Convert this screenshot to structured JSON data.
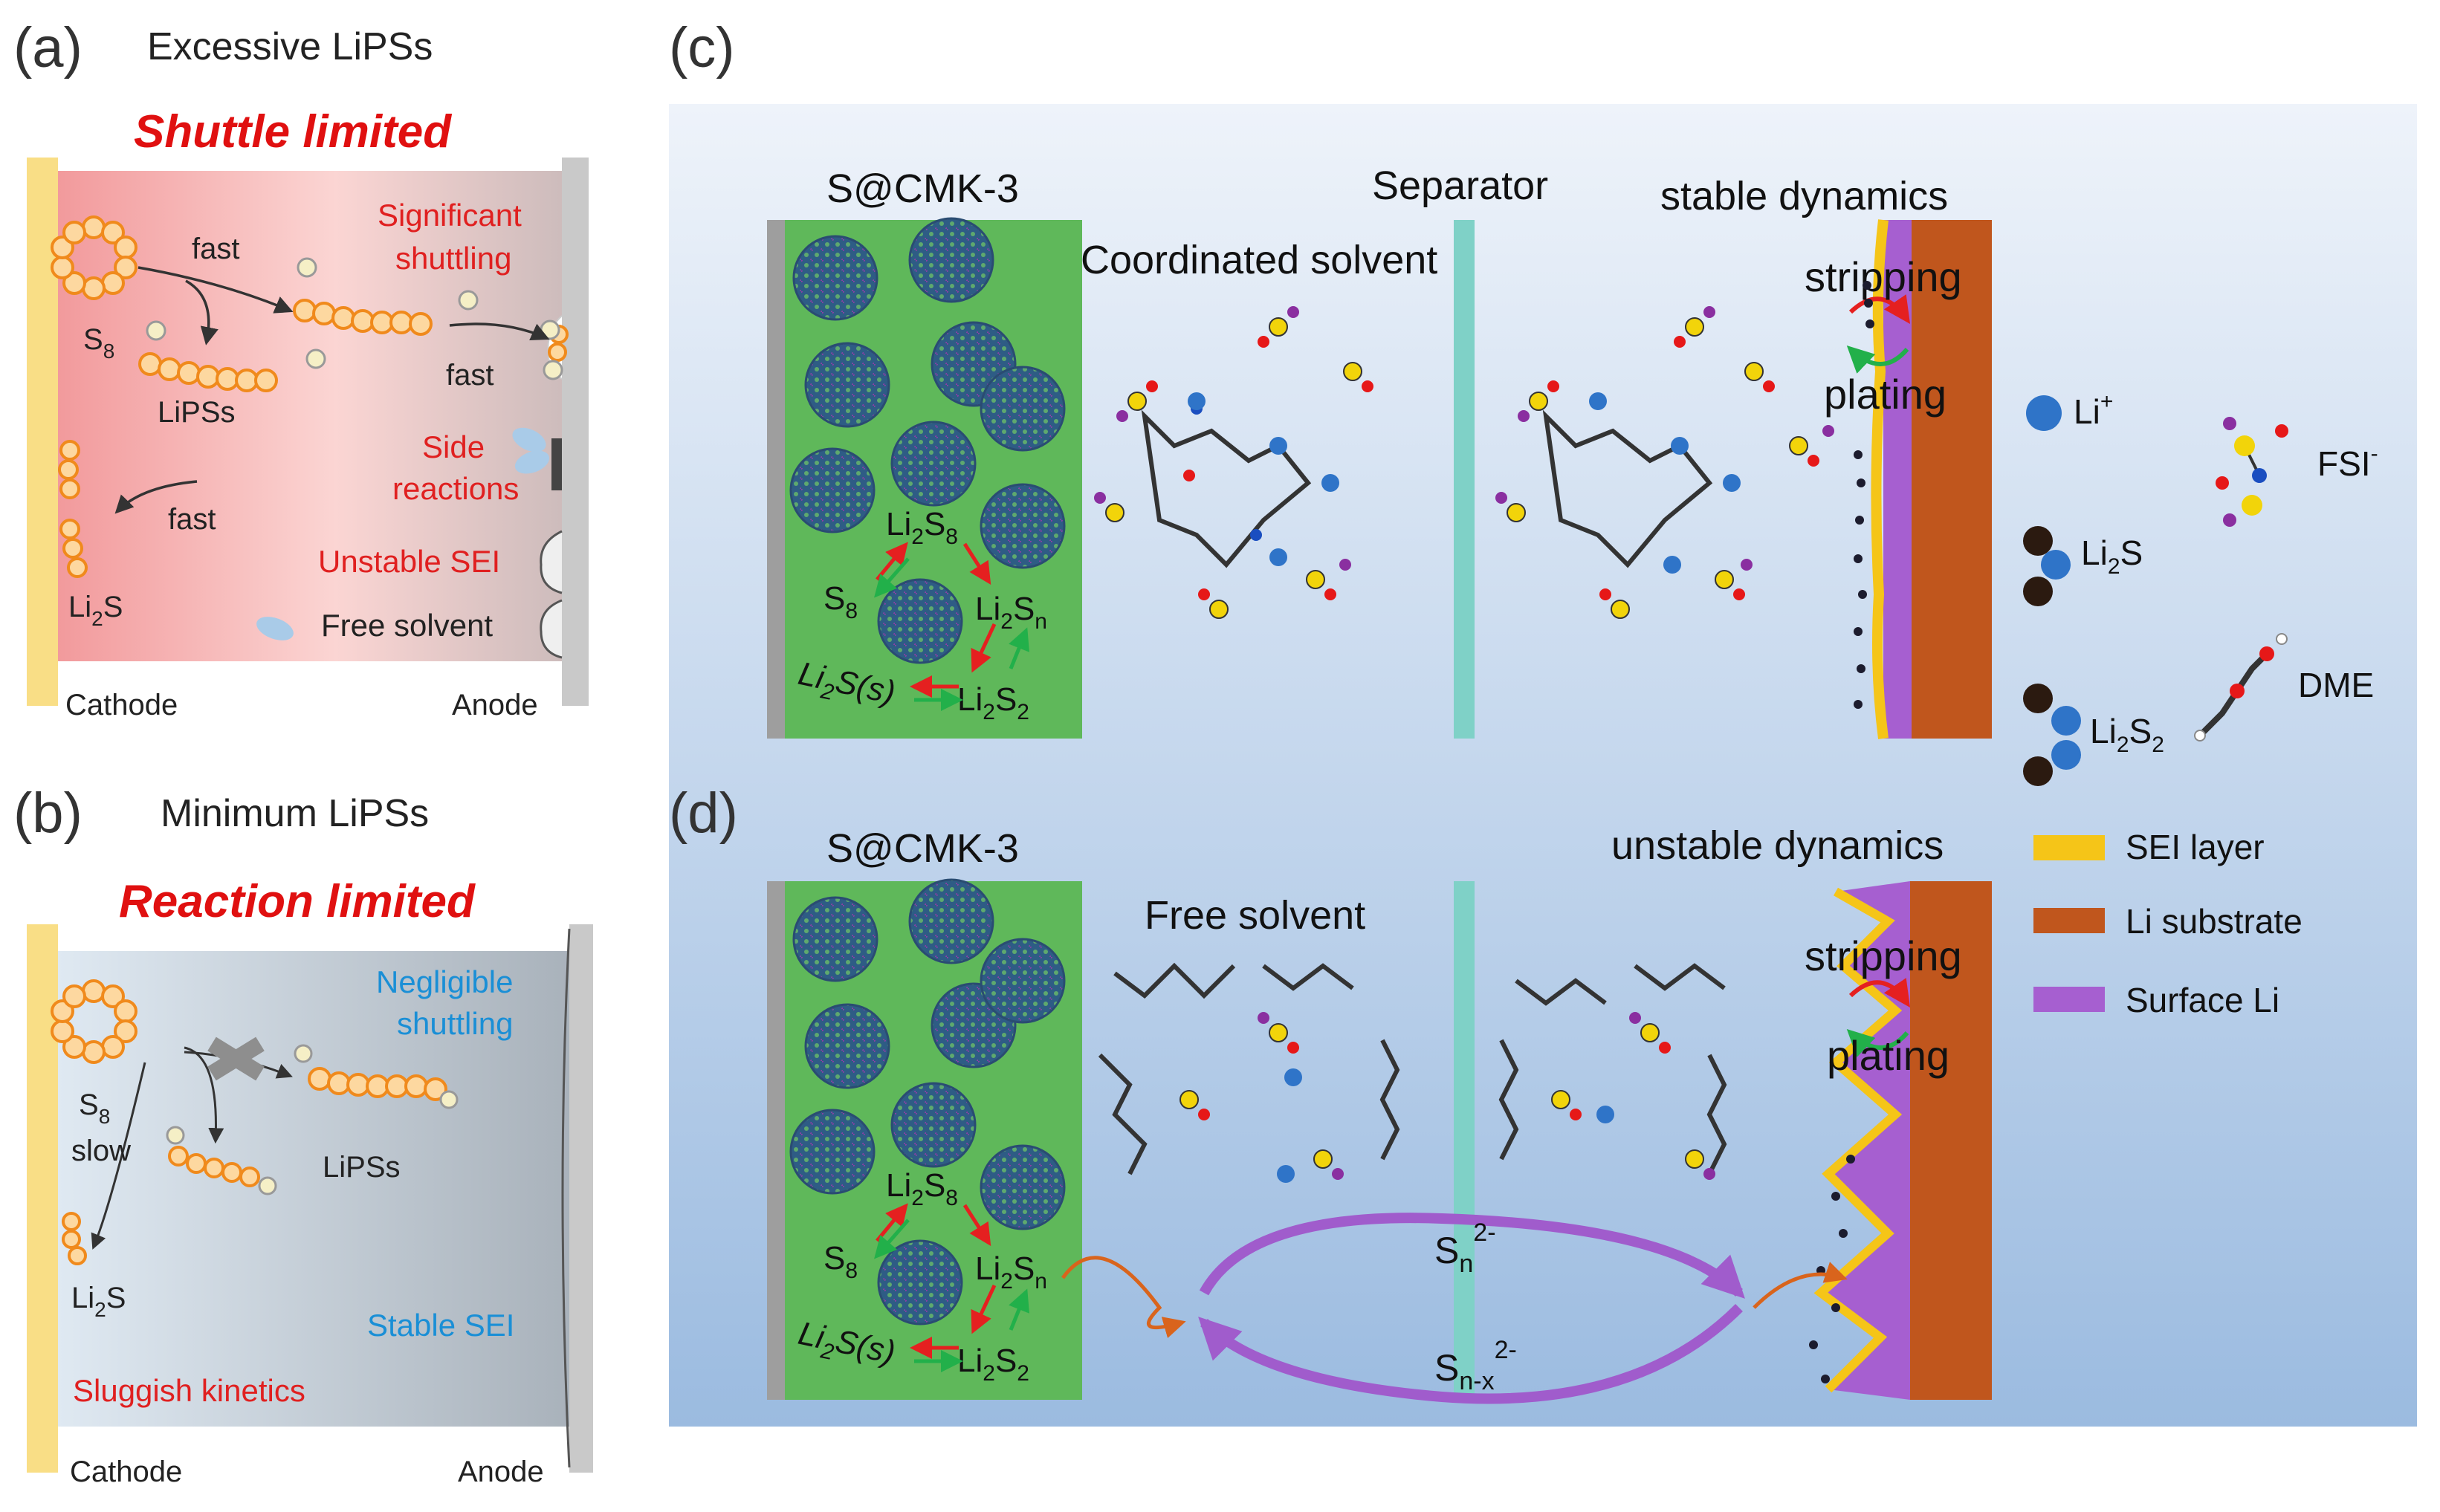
{
  "panel_a": {
    "letter": "(a)",
    "heading": "Excessive LiPSs",
    "title": "Shuttle limited",
    "fast1": "fast",
    "fast2": "fast",
    "fast3": "fast",
    "s8": "S",
    "s8_sub": "8",
    "lipss": "LiPSs",
    "li2s_a": "Li",
    "li2s_sub": "2",
    "li2s_b": "S",
    "significant": "Significant",
    "shuttling": "shuttling",
    "side": "Side",
    "reactions": "reactions",
    "unstable_sei": "Unstable SEI",
    "free_solvent": "Free solvent",
    "cathode": "Cathode",
    "anode": "Anode"
  },
  "panel_b": {
    "letter": "(b)",
    "heading": "Minimum LiPSs",
    "title": "Reaction limited",
    "s8": "S",
    "s8_sub": "8",
    "slow": "slow",
    "lipss": "LiPSs",
    "li2s_a": "Li",
    "li2s_sub": "2",
    "li2s_b": "S",
    "negligible": "Negligible",
    "shuttling": "shuttling",
    "stable_sei": "Stable SEI",
    "sluggish": "Sluggish kinetics",
    "cathode": "Cathode",
    "anode": "Anode"
  },
  "panel_c": {
    "letter": "(c)",
    "cathode_label": "S@CMK-3",
    "separator": "Separator",
    "dynamics": "stable dynamics",
    "solvent": "Coordinated solvent",
    "stripping": "stripping",
    "plating": "plating"
  },
  "panel_d": {
    "letter": "(d)",
    "cathode_label": "S@CMK-3",
    "dynamics": "unstable dynamics",
    "solvent": "Free solvent",
    "stripping": "stripping",
    "plating": "plating",
    "sn": "S",
    "sn_sub": "n",
    "sn_sup": "2-",
    "snx": "S",
    "snx_sub": "n-x",
    "snx_sup": "2-"
  },
  "reaction": {
    "li2s8": "Li",
    "li2s8_sub1": "2",
    "li2s8_s": "S",
    "li2s8_sub2": "8",
    "s8": "S",
    "s8_sub": "8",
    "li2sn": "Li",
    "li2sn_sub1": "2",
    "li2sn_s": "S",
    "li2sn_sub2": "n",
    "li2s_solid": "Li",
    "li2s_solid_sub": "2",
    "li2s_solid_s": "S(s)",
    "li2s2": "Li",
    "li2s2_sub1": "2",
    "li2s2_s": "S",
    "li2s2_sub2": "2"
  },
  "legend": {
    "li_ion": "Li",
    "li_ion_sup": "+",
    "fsi": "FSI",
    "fsi_sup": "-",
    "li2s": "Li",
    "li2s_sub": "2",
    "li2s_s": "S",
    "li2s2": "Li",
    "li2s2_sub": "2",
    "li2s2_s": "S",
    "li2s2_sub2": "2",
    "dme": "DME",
    "sei": "SEI layer",
    "li_sub": "Li substrate",
    "surface_li": "Surface Li"
  },
  "colors": {
    "red_text": "#e02020",
    "blue_text": "#1a8fd6",
    "cathode_current_collector": "#f9de86",
    "green_cathode": "#5fb85a",
    "separator": "#7fd1c7",
    "li_substrate": "#c0561d",
    "sei": "#f5c518",
    "surface_li": "#a65fd0",
    "polysulfide_fill": "#fdd8a0",
    "polysulfide_stroke": "#f08a1c"
  }
}
